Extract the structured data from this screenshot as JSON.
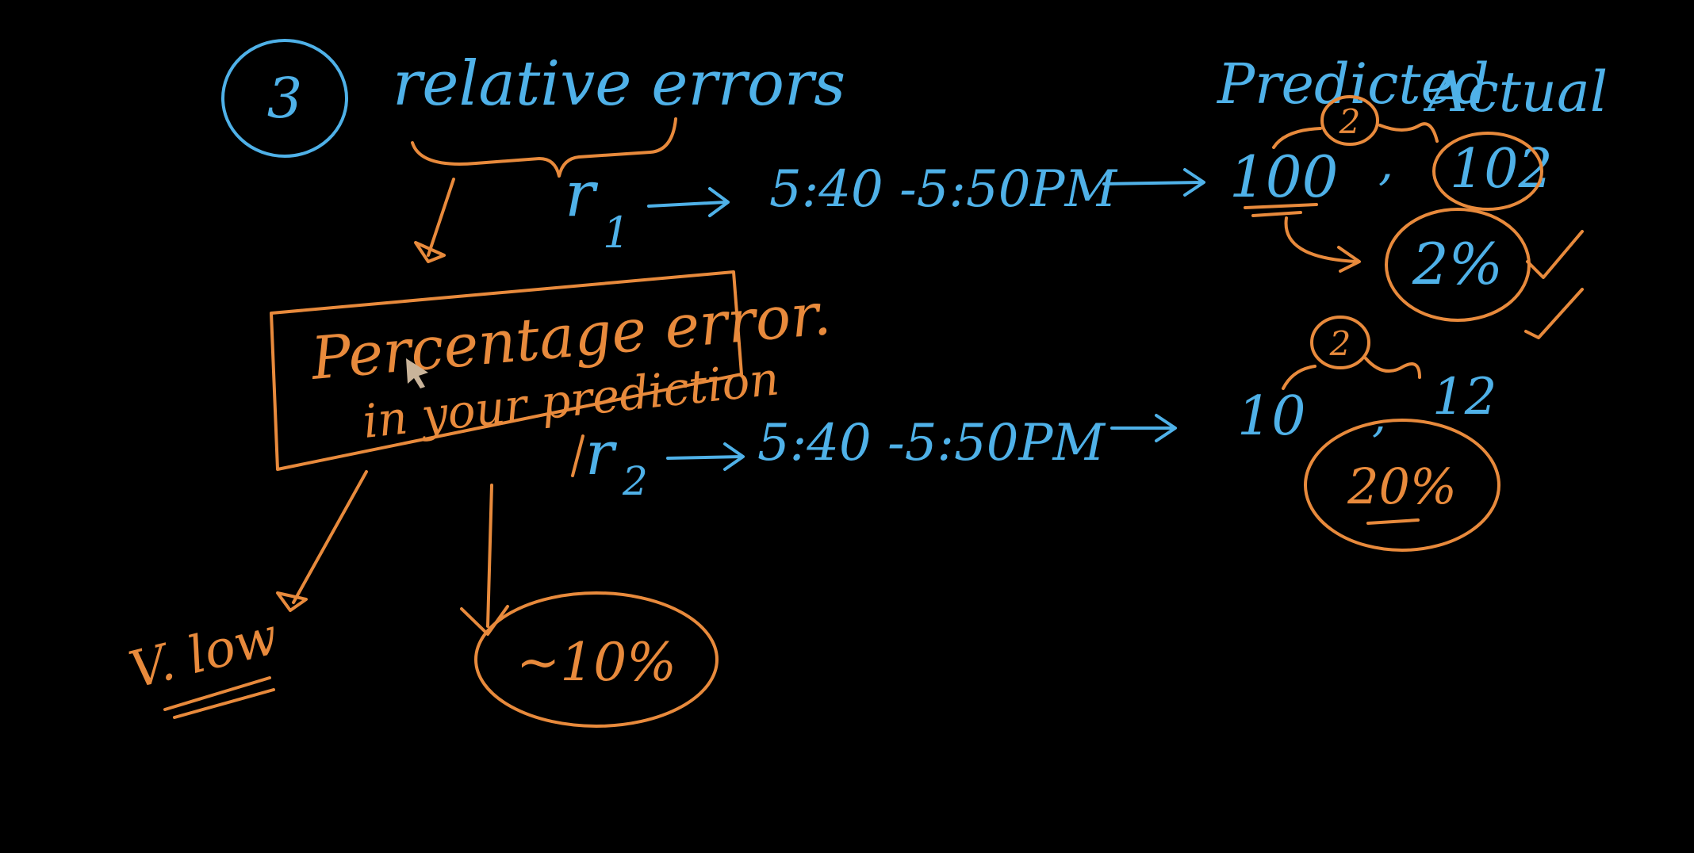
{
  "title": {
    "number": "3",
    "text": "relative errors"
  },
  "box": {
    "line1": "Percentage error.",
    "line2": "in your prediction"
  },
  "rows": [
    {
      "label": "r",
      "sub": "1",
      "time": "5:40 -5:50PM",
      "predicted": "100",
      "separator": ",",
      "actual": "102",
      "diff": "2",
      "percent": "2%"
    },
    {
      "label": "r",
      "sub": "2",
      "time": "5:40 -5:50PM",
      "predicted": "10",
      "separator": ",",
      "actual": "12",
      "diff": "2",
      "percent": "20%"
    }
  ],
  "headers": {
    "predicted": "Predicted",
    "actual": "Actual"
  },
  "notes": {
    "low": "V. low",
    "approx": "~10%"
  },
  "colors": {
    "background": "#000000",
    "blue_ink": "#4fb1e8",
    "orange_ink": "#e88a3c"
  }
}
